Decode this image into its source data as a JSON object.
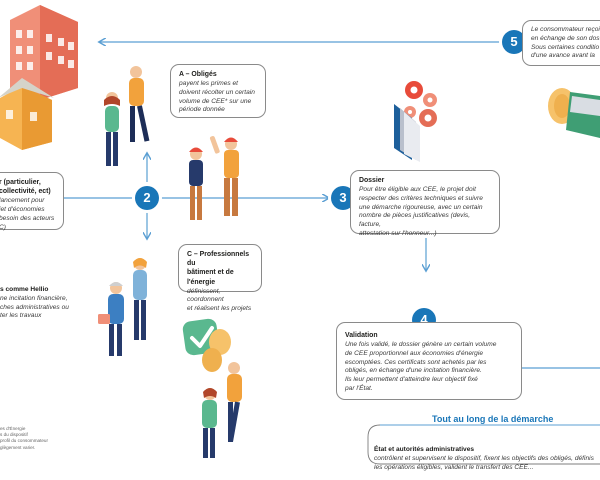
{
  "steps": {
    "s2": "2",
    "s3": "3",
    "s4": "4",
    "s5": "5"
  },
  "cards": {
    "beneficiary": {
      "title": "r (particulier,\ncollectivité, ect)",
      "body": "lancement pour\njet d'économies\nbesoin des acteurs\nC)"
    },
    "obliges": {
      "title": "A – Obligés",
      "body": "payent les primes et\ndoivent récolter un certain\nvolume de CEE* sur une\npériode donnée"
    },
    "pros": {
      "title": "C – Professionnels du\nbâtiment et de l'énergie",
      "body": "définissent, coordonnent\net réalisent les projets"
    },
    "dossier": {
      "title": "Dossier",
      "body": "Pour être éligible aux CEE, le projet doit\nrespecter des critères techniques et suivre\nune démarche rigoureuse, avec un certain\nnombre de pièces justificatives (devis, facture,\nattestation sur l'honneur...)"
    },
    "consumer": {
      "body": "Le consommateur reçoi\nen échange de son dos\nSous certaines conditio\nd'une avance avant la"
    },
    "validation": {
      "title": "Validation",
      "body": "Une fois validé, le dossier génère un certain volume\nde CEE proportionnel aux économies d'énergie\nescomptées. Ces certificats sont achetés par les\nobligés, en échange d'une incitation financière.\nIls leur permettent d'atteindre leur objectif fixé\npar l'État."
    },
    "state": {
      "title": "État et autorités administratives",
      "body": "contrôlent et supervisent le dispositif, fixent les objectifs des obligés, définis\nles opérations éligibles, valident le transfert des CEE..."
    }
  },
  "hellio": {
    "title": "s comme Hellio",
    "body": "ne incitation financière,\nches administratives ou\nter les travaux"
  },
  "along": {
    "title": "Tout au long de la démarche"
  },
  "footnote": {
    "text": "es d'Énergie\ns du dispositif\nprofil du consommateur\nglègement varier."
  },
  "colors": {
    "accent": "#1976b8",
    "line": "#5b9fd3",
    "coral": "#ee7d64",
    "green": "#5ab88f",
    "orange": "#f2a23c",
    "navy": "#263a6b"
  }
}
